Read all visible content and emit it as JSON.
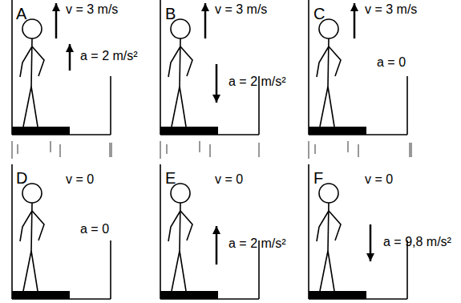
{
  "diagram": {
    "labels": [
      "A",
      "v = 3 m/s",
      "a = 2 m/s²",
      "B",
      "v = 3 m/s",
      "a = 2 m/s²",
      "C",
      "v = 3 m/s",
      "a = 0",
      "D",
      "v = 0",
      "a = 0",
      "E",
      "v = 0",
      "a = 2 m/s²",
      "F",
      "v = 0",
      "a = 9,8 m/s²"
    ]
  }
}
